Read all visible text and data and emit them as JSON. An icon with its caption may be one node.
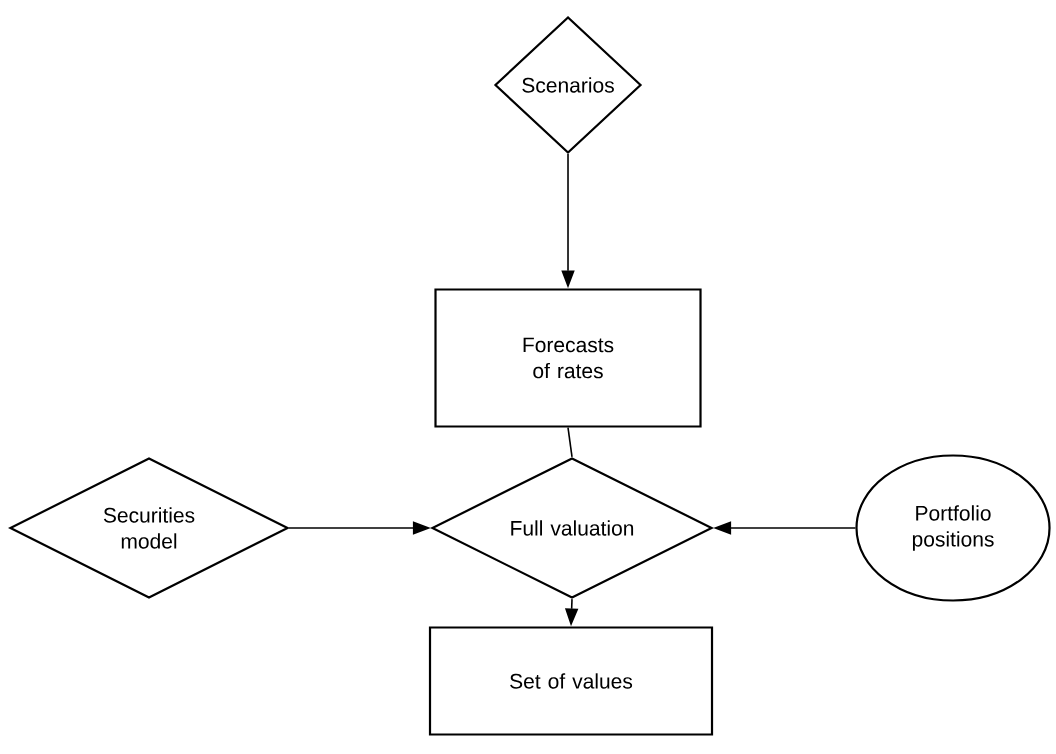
{
  "diagram": {
    "nodes": [
      {
        "text": [
          "Scenarios"
        ]
      },
      {
        "text": [
          "Forecasts of rates"
        ]
      },
      {
        "text": [
          "Securities model"
        ]
      },
      {
        "text": [
          "Full valuation"
        ]
      },
      {
        "text": [
          "Portfolio positions"
        ]
      },
      {
        "text": [
          "Set of values"
        ]
      }
    ],
    "edges": [
      {
        "from": 0,
        "to": 1,
        "arrow": "to"
      },
      {
        "from": 1,
        "to": 3,
        "arrow": "none"
      },
      {
        "from": 2,
        "to": 3,
        "arrow": "to"
      },
      {
        "from": 4,
        "to": 3,
        "arrow": "to"
      },
      {
        "from": 3,
        "to": 5,
        "arrow": "to"
      }
    ]
  }
}
